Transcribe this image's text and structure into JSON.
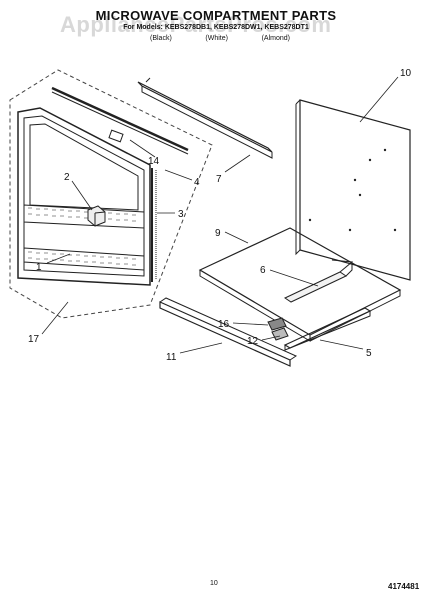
{
  "header": {
    "title": "MICROWAVE COMPARTMENT PARTS",
    "subtitle": "For Models: KEBS278DB1, KEBS278DW1, KEBS278DT1",
    "colors": [
      "(Black)",
      "(White)",
      "(Almond)"
    ]
  },
  "watermark": "AppliancePartsPros.com",
  "footer": {
    "page": "10",
    "code": "4174481"
  },
  "callouts": {
    "c1": "1",
    "c2": "2",
    "c3": "3",
    "c4": "4",
    "c5": "5",
    "c6": "6",
    "c7": "7",
    "c9": "9",
    "c10": "10",
    "c11": "11",
    "c12": "12",
    "c14": "14",
    "c16": "16",
    "c17": "17"
  }
}
